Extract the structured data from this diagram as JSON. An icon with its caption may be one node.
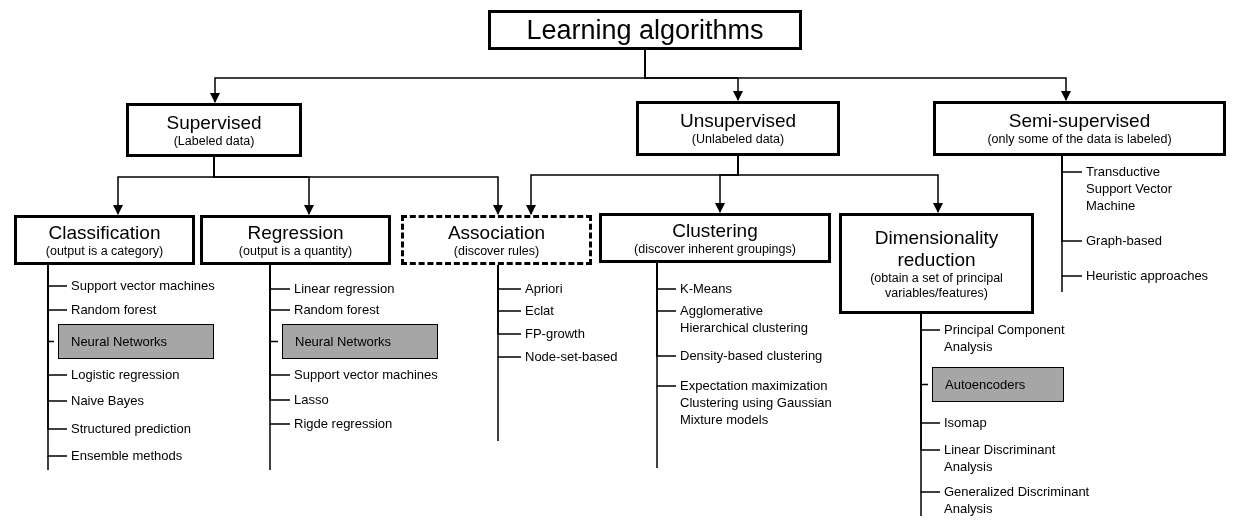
{
  "diagram": {
    "nodes": [
      {
        "text": [
          "Learning algorithms"
        ]
      },
      {
        "text": [
          "Supervised",
          "(Labeled data)"
        ]
      },
      {
        "text": [
          "Unsupervised",
          "(Unlabeled data)"
        ]
      },
      {
        "text": [
          "Semi-supervised",
          "(only some of the data is labeled)"
        ]
      },
      {
        "text": [
          "Classification",
          "(output is a category)"
        ]
      },
      {
        "text": [
          "Regression",
          "(output is a quantity)"
        ]
      },
      {
        "text": [
          "Association",
          "(discover rules)"
        ]
      },
      {
        "text": [
          "Clustering",
          "(discover inherent groupings)"
        ]
      },
      {
        "text": [
          "Dimensionality reduction",
          "(obtain a set of principal variables/features)"
        ]
      },
      {
        "text": [
          "Support vector machines"
        ]
      },
      {
        "text": [
          "Random forest"
        ]
      },
      {
        "text": [
          "Neural Networks"
        ]
      },
      {
        "text": [
          "Logistic regression"
        ]
      },
      {
        "text": [
          "Naive Bayes"
        ]
      },
      {
        "text": [
          "Structured prediction"
        ]
      },
      {
        "text": [
          "Ensemble methods"
        ]
      },
      {
        "text": [
          "Linear regression"
        ]
      },
      {
        "text": [
          "Random forest"
        ]
      },
      {
        "text": [
          "Neural Networks"
        ]
      },
      {
        "text": [
          "Support vector machines"
        ]
      },
      {
        "text": [
          "Lasso"
        ]
      },
      {
        "text": [
          "Rigde regression"
        ]
      },
      {
        "text": [
          "Apriori"
        ]
      },
      {
        "text": [
          "Eclat"
        ]
      },
      {
        "text": [
          "FP-growth"
        ]
      },
      {
        "text": [
          "Node-set-based"
        ]
      },
      {
        "text": [
          "K-Means"
        ]
      },
      {
        "text": [
          "Agglomerative Hierarchical clustering"
        ]
      },
      {
        "text": [
          "Density-based clustering"
        ]
      },
      {
        "text": [
          "Expectation maximization Clustering using Gaussian Mixture models"
        ]
      },
      {
        "text": [
          "Principal Component Analysis"
        ]
      },
      {
        "text": [
          "Autoencoders"
        ]
      },
      {
        "text": [
          "Isomap"
        ]
      },
      {
        "text": [
          "Linear Discriminant Analysis"
        ]
      },
      {
        "text": [
          "Generalized Discriminant Analysis"
        ]
      },
      {
        "text": [
          "Transductive Support Vector Machine"
        ]
      },
      {
        "text": [
          "Graph-based"
        ]
      },
      {
        "text": [
          "Heuristic approaches"
        ]
      }
    ],
    "edges": [
      {
        "from": 0,
        "to": 1,
        "arrow": "to"
      },
      {
        "from": 0,
        "to": 2,
        "arrow": "to"
      },
      {
        "from": 0,
        "to": 3,
        "arrow": "to"
      },
      {
        "from": 1,
        "to": 4,
        "arrow": "to"
      },
      {
        "from": 1,
        "to": 5,
        "arrow": "to"
      },
      {
        "from": 1,
        "to": 6,
        "arrow": "to"
      },
      {
        "from": 2,
        "to": 6,
        "arrow": "to"
      },
      {
        "from": 2,
        "to": 7,
        "arrow": "to"
      },
      {
        "from": 2,
        "to": 8,
        "arrow": "to"
      },
      {
        "from": 4,
        "to": 9,
        "arrow": "none"
      },
      {
        "from": 4,
        "to": 10,
        "arrow": "none"
      },
      {
        "from": 4,
        "to": 11,
        "arrow": "none"
      },
      {
        "from": 4,
        "to": 12,
        "arrow": "none"
      },
      {
        "from": 4,
        "to": 13,
        "arrow": "none"
      },
      {
        "from": 4,
        "to": 14,
        "arrow": "none"
      },
      {
        "from": 4,
        "to": 15,
        "arrow": "none"
      },
      {
        "from": 5,
        "to": 16,
        "arrow": "none"
      },
      {
        "from": 5,
        "to": 17,
        "arrow": "none"
      },
      {
        "from": 5,
        "to": 18,
        "arrow": "none"
      },
      {
        "from": 5,
        "to": 19,
        "arrow": "none"
      },
      {
        "from": 5,
        "to": 20,
        "arrow": "none"
      },
      {
        "from": 5,
        "to": 21,
        "arrow": "none"
      },
      {
        "from": 6,
        "to": 22,
        "arrow": "none"
      },
      {
        "from": 6,
        "to": 23,
        "arrow": "none"
      },
      {
        "from": 6,
        "to": 24,
        "arrow": "none"
      },
      {
        "from": 6,
        "to": 25,
        "arrow": "none"
      },
      {
        "from": 7,
        "to": 26,
        "arrow": "none"
      },
      {
        "from": 7,
        "to": 27,
        "arrow": "none"
      },
      {
        "from": 7,
        "to": 28,
        "arrow": "none"
      },
      {
        "from": 7,
        "to": 29,
        "arrow": "none"
      },
      {
        "from": 8,
        "to": 30,
        "arrow": "none"
      },
      {
        "from": 8,
        "to": 31,
        "arrow": "none"
      },
      {
        "from": 8,
        "to": 32,
        "arrow": "none"
      },
      {
        "from": 8,
        "to": 33,
        "arrow": "none"
      },
      {
        "from": 8,
        "to": 34,
        "arrow": "none"
      },
      {
        "from": 3,
        "to": 35,
        "arrow": "none"
      },
      {
        "from": 3,
        "to": 36,
        "arrow": "none"
      },
      {
        "from": 3,
        "to": 37,
        "arrow": "none"
      }
    ]
  }
}
